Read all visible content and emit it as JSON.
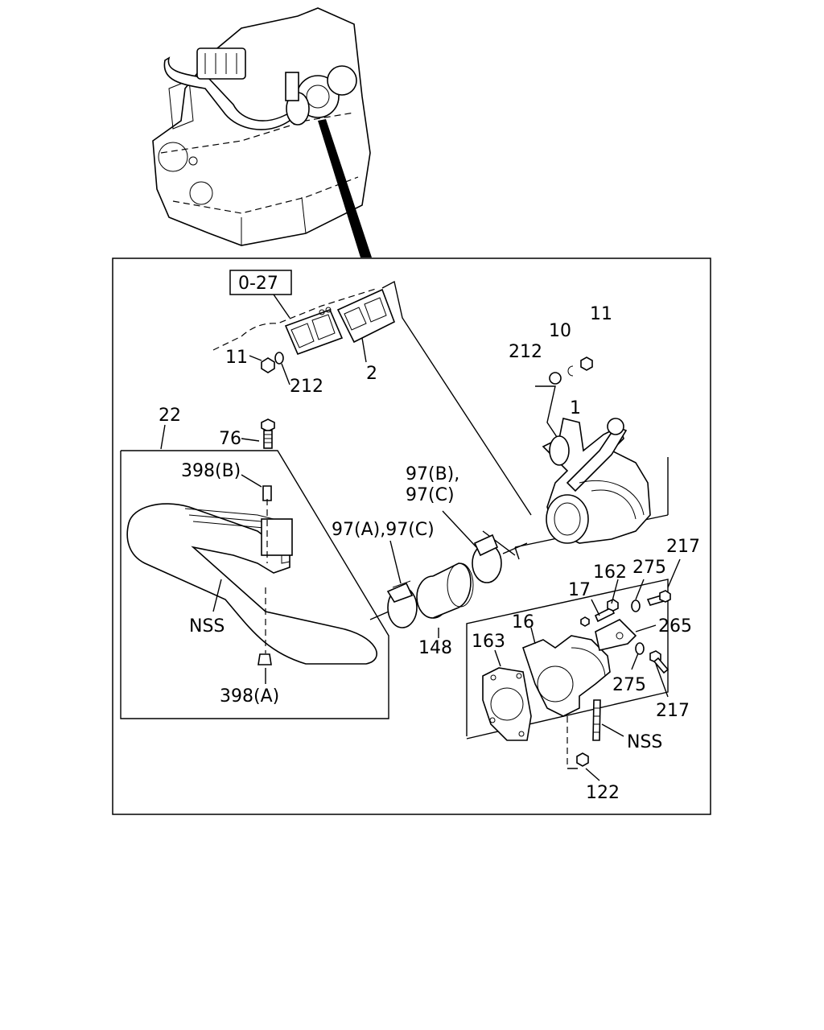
{
  "ref_box": "0-27",
  "callouts": {
    "c11_left": "11",
    "c212_left": "212",
    "c2": "2",
    "c212_right": "212",
    "c10": "10",
    "c11_right": "11",
    "c1": "1",
    "c22": "22",
    "c76": "76",
    "c398b": "398(B)",
    "c97bc_1": "97(B),",
    "c97bc_2": "97(C)",
    "c97ac": "97(A),97(C)",
    "c148": "148",
    "c_nss_left": "NSS",
    "c398a": "398(A)",
    "c217_top": "217",
    "c162": "162",
    "c275_top": "275",
    "c17": "17",
    "c16": "16",
    "c265": "265",
    "c163": "163",
    "c275_bottom": "275",
    "c217_bottom": "217",
    "c_nss_right": "NSS",
    "c122": "122"
  }
}
